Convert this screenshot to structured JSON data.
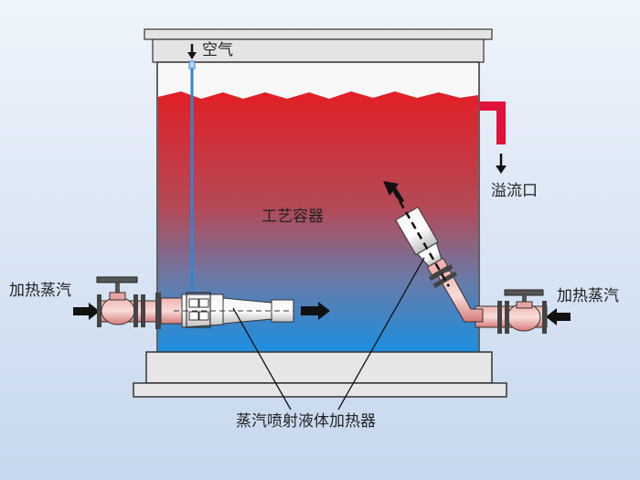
{
  "labels": {
    "air": "空气",
    "overflow": "溢流口",
    "vessel": "工艺容器",
    "steam_left": "加热蒸汽",
    "steam_right": "加热蒸汽",
    "heater": "蒸汽喷射液体加热器"
  },
  "colors": {
    "background_top": "#eef4fb",
    "background_bottom": "#c6d8ee",
    "liquid_hot": "#e21f26",
    "liquid_cold": "#1b8fe0",
    "overflow_pipe": "#e0113a",
    "air_line": "#2e86d8",
    "frame_fill": "#e6e6e6",
    "frame_stroke": "#333333"
  },
  "icons": {
    "flow_arrow": "arrow-icon",
    "valve": "gate-valve-icon",
    "flange": "pipe-flange-icon",
    "heater": "steam-injector-icon"
  }
}
